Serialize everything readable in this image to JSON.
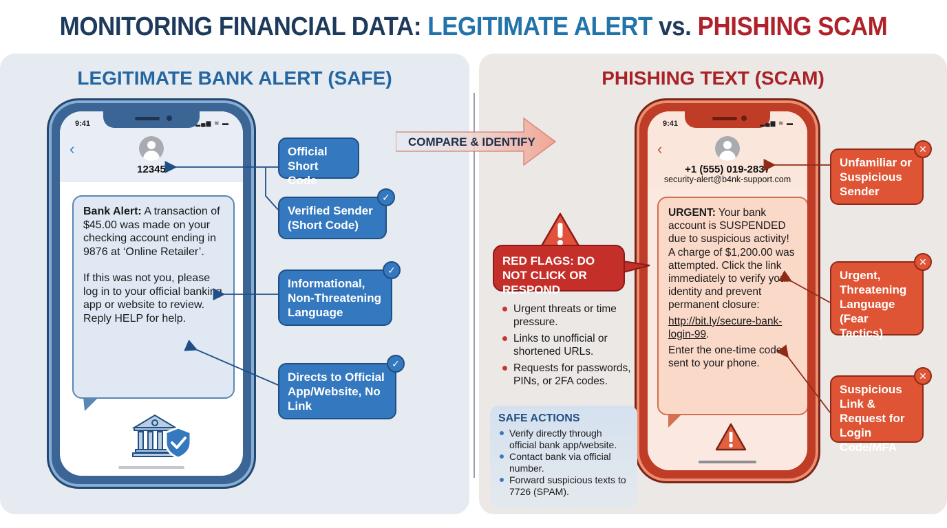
{
  "title": {
    "part1": "MONITORING FINANCIAL DATA: ",
    "part2": "LEGITIMATE ALERT",
    "part3": " vs. ",
    "part4": "PHISHING SCAM"
  },
  "colors": {
    "safe_blue": "#3478bf",
    "scam_red": "#df5434",
    "title_dark": "#1d3a5c",
    "title_blue": "#2173aa",
    "title_red": "#b0222a"
  },
  "compare_label": "COMPARE & IDENTIFY",
  "left": {
    "heading": "LEGITIMATE BANK ALERT (SAFE)",
    "phone": {
      "time": "9:41",
      "status_icons": "▂▄▆ ≋ ▬",
      "back_icon": "‹",
      "sender": "12345",
      "message": {
        "bold_lead": "Bank Alert:",
        "para1": " A transaction of $45.00 was made on your checking account ending in 9876 at ‘Online Retailer’.",
        "para2": "If this was not you, please log in to your official banking app or website to review. Reply HELP for help."
      },
      "bottom_icon": "bank-shield-check-icon"
    },
    "callouts": [
      {
        "label": "Official Short Code",
        "badge": ""
      },
      {
        "label": "Verified Sender (Short Code)",
        "badge": "✓"
      },
      {
        "label": "Informational, Non-Threatening Language",
        "badge": "✓"
      },
      {
        "label": "Directs to Official App/Website, No Link",
        "badge": "✓"
      }
    ]
  },
  "right": {
    "heading": "PHISHING TEXT (SCAM)",
    "phone": {
      "time": "9:41",
      "status_icons": "▂▄▆ ≋ ▬",
      "back_icon": "‹",
      "sender": "+1 (555) 019-2837",
      "sender_email": "security-alert@b4nk-support.com",
      "message": {
        "bold_lead": "URGENT:",
        "para1": " Your bank account is SUSPENDED due to suspicious activity! A charge of $1,200.00 was attempted. Click the link immediately to verify your identity and prevent permanent closure:",
        "link": "http://bit.ly/secure-bank-login-99",
        "link_suffix": ".",
        "para3": "Enter the one-time code sent to your phone."
      },
      "bottom_icon": "warning-triangle-icon"
    },
    "red_flags": {
      "title": "RED FLAGS: DO NOT CLICK OR RESPOND",
      "items": [
        "Urgent threats or time pressure.",
        "Links to unofficial or shortened URLs.",
        "Requests for passwords, PINs, or 2FA codes."
      ]
    },
    "safe_actions": {
      "title": "SAFE ACTIONS",
      "items": [
        "Verify directly through official bank app/website.",
        "Contact bank via official number.",
        "Forward suspicious texts to 7726 (SPAM)."
      ]
    },
    "callouts": [
      {
        "label": "Unfamiliar or Suspicious Sender",
        "badge": "✕"
      },
      {
        "label": "Urgent, Threatening Language (Fear Tactics)",
        "badge": "✕"
      },
      {
        "label": "Suspicious Link & Request for Login Code/MFA",
        "badge": "✕"
      }
    ]
  }
}
